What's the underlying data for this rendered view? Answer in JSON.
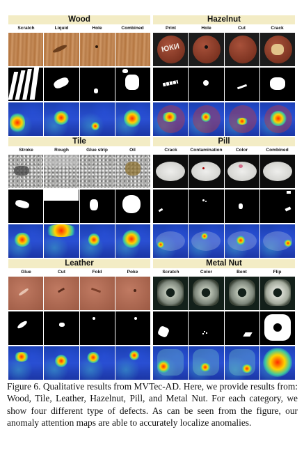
{
  "panels": {
    "wood": {
      "title": "Wood",
      "labels": [
        "Scratch",
        "Liquid",
        "Hole",
        "Combined"
      ]
    },
    "hazelnut": {
      "title": "Hazelnut",
      "labels": [
        "Print",
        "Hole",
        "Cut",
        "Crack"
      ]
    },
    "tile": {
      "title": "Tile",
      "labels": [
        "Stroke",
        "Rough",
        "Glue strip",
        "Oil"
      ]
    },
    "pill": {
      "title": "Pill",
      "labels": [
        "Crack",
        "Contamination",
        "Color",
        "Combined"
      ]
    },
    "leather": {
      "title": "Leather",
      "labels": [
        "Glue",
        "Cut",
        "Fold",
        "Poke"
      ]
    },
    "metalnut": {
      "title": "Metal Nut",
      "labels": [
        "Scratch",
        "Color",
        "Bent",
        "Flip"
      ]
    }
  },
  "hazelnut_print_text": "ЮКИ",
  "caption": "Figure 6. Qualitative results from MVTec-AD. Here, we provide results from: Wood, Tile, Leather, Hazelnut, Pill, and Metal Nut. For each category, we show four different type of defects. As can be seen from the figure, our anomaly attention maps are able to accurately localize anomalies."
}
